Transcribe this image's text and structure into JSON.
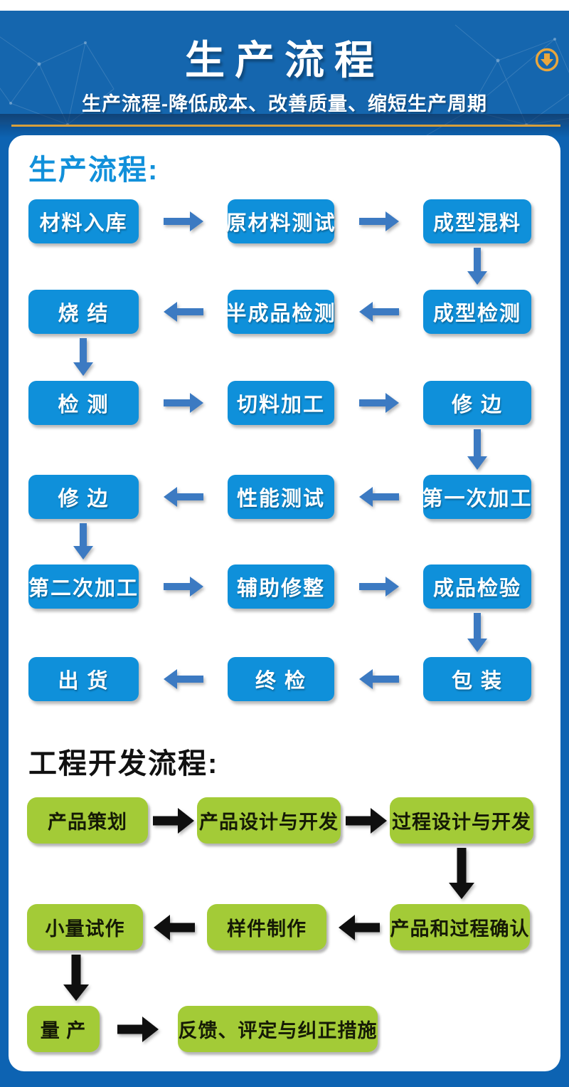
{
  "colors": {
    "page_blue": "#0d63b2",
    "header_blue": "#1566ae",
    "gold": "#d79f3c",
    "blue_box": "#0f90da",
    "blue_arrow": "#3c7ac2",
    "green_box": "#a3cb37",
    "black_arrow": "#0f0f0f",
    "blue_heading": "#1190da"
  },
  "header": {
    "title": "生产流程",
    "subtitle": "生产流程-降低成本、改善质量、缩短生产周期",
    "scroll_icon": "circle-arrow-down-icon",
    "icon_color": "#e9a63c"
  },
  "production_flow": {
    "heading": "生产流程:",
    "rows": [
      {
        "cells": [
          "材料入库",
          "原材料测试",
          "成型混料"
        ],
        "direction": "right",
        "down_after": "right"
      },
      {
        "cells": [
          "烧 结",
          "半成品检测",
          "成型检测"
        ],
        "direction": "left",
        "down_after": "left"
      },
      {
        "cells": [
          "检 测",
          "切料加工",
          "修 边"
        ],
        "direction": "right",
        "down_after": "right"
      },
      {
        "cells": [
          "修 边",
          "性能测试",
          "第一次加工"
        ],
        "direction": "left",
        "down_after": "left"
      },
      {
        "cells": [
          "第二次加工",
          "辅助修整",
          "成品检验"
        ],
        "direction": "right",
        "down_after": "right"
      },
      {
        "cells": [
          "出 货",
          "终 检",
          "包 装"
        ],
        "direction": "left",
        "down_after": null
      }
    ]
  },
  "engineering_flow": {
    "heading": "工程开发流程:",
    "rows": [
      {
        "cells": [
          "产品策划",
          "产品设计与开发",
          "过程设计与开发"
        ],
        "direction": "right",
        "down_after": "right"
      },
      {
        "cells": [
          "小量试作",
          "样件制作",
          "产品和过程确认"
        ],
        "direction": "left",
        "down_after": "left"
      },
      {
        "cells": [
          "量 产",
          "反馈、评定与纠正措施"
        ],
        "direction": "right",
        "down_after": null
      }
    ]
  }
}
